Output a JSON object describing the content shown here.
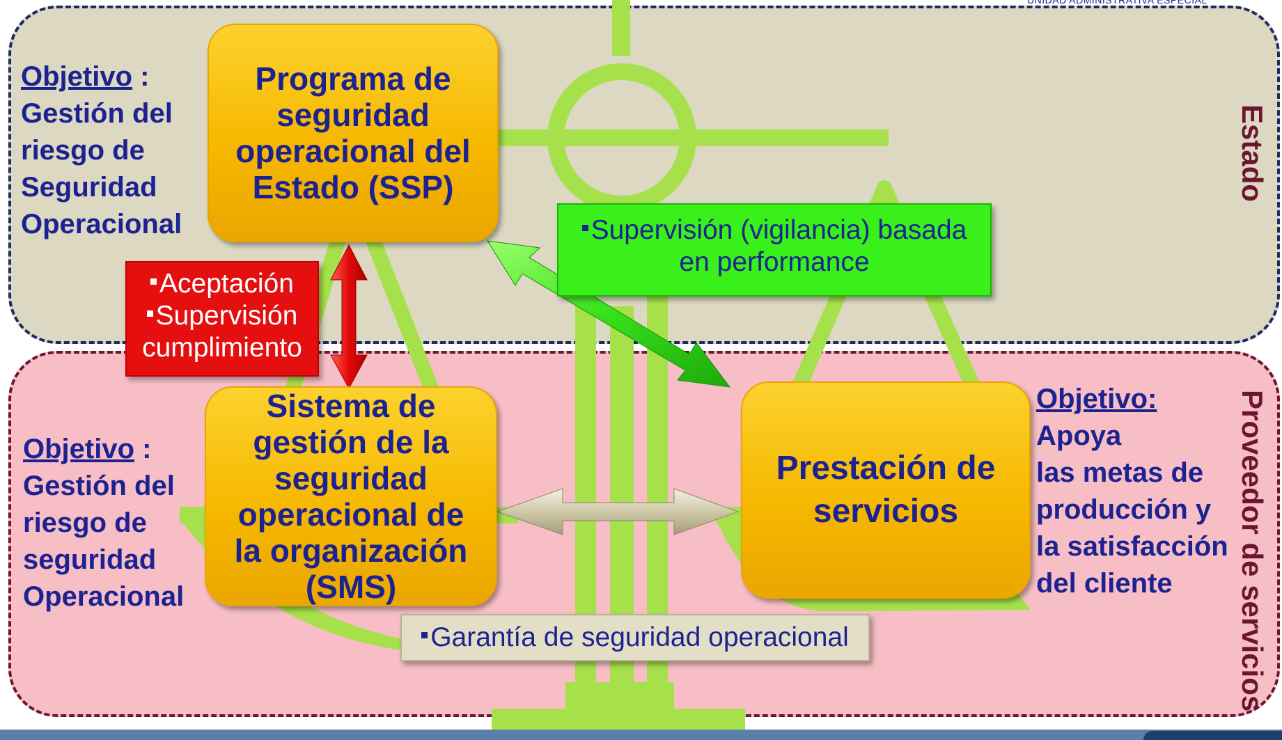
{
  "regions": {
    "estado_label": "Estado",
    "proveedor_label": "Proveedor de servicios"
  },
  "boxes": {
    "ssp": [
      "Programa de",
      "seguridad",
      "operacional del",
      "Estado (SSP)"
    ],
    "sms": [
      "Sistema de",
      "gestión de la",
      "seguridad",
      "operacional de",
      "la organización",
      "(SMS)"
    ],
    "prestacion": [
      "Prestación de",
      "servicios"
    ]
  },
  "objectives": {
    "estado": {
      "heading": "Objetivo",
      "suffix": " :",
      "lines": [
        "Gestión del",
        "riesgo de",
        "Seguridad",
        "Operacional"
      ]
    },
    "proveedor_left": {
      "heading": "Objetivo",
      "suffix": " :",
      "lines": [
        "Gestión del",
        "riesgo de",
        "seguridad",
        "Operacional"
      ]
    },
    "proveedor_right": {
      "heading": "Objetivo:",
      "suffix": "",
      "lines": [
        "Apoya",
        "las metas de",
        "producción y",
        "la satisfacción",
        "del cliente"
      ]
    }
  },
  "callouts": {
    "red": [
      "Aceptación",
      "Supervisión",
      "cumplimiento"
    ],
    "green": [
      "Supervisión (vigilancia) basada",
      "en performance"
    ],
    "beige": [
      "Garantía de seguridad operacional"
    ]
  },
  "watermark": "UNIDAD ADMINISTRATIVA ESPECIAL",
  "colors": {
    "estado_bg": "#dcd8c2",
    "proveedor_bg": "#f8bec6",
    "box_fill": "#f6b800",
    "text_navy": "#1c2390",
    "label_maroon": "#6b1531",
    "scale_green": "#a6e04a",
    "red_callout": "#e60f10",
    "green_callout": "#39f01a",
    "beige_callout": "#e3dfc6"
  }
}
